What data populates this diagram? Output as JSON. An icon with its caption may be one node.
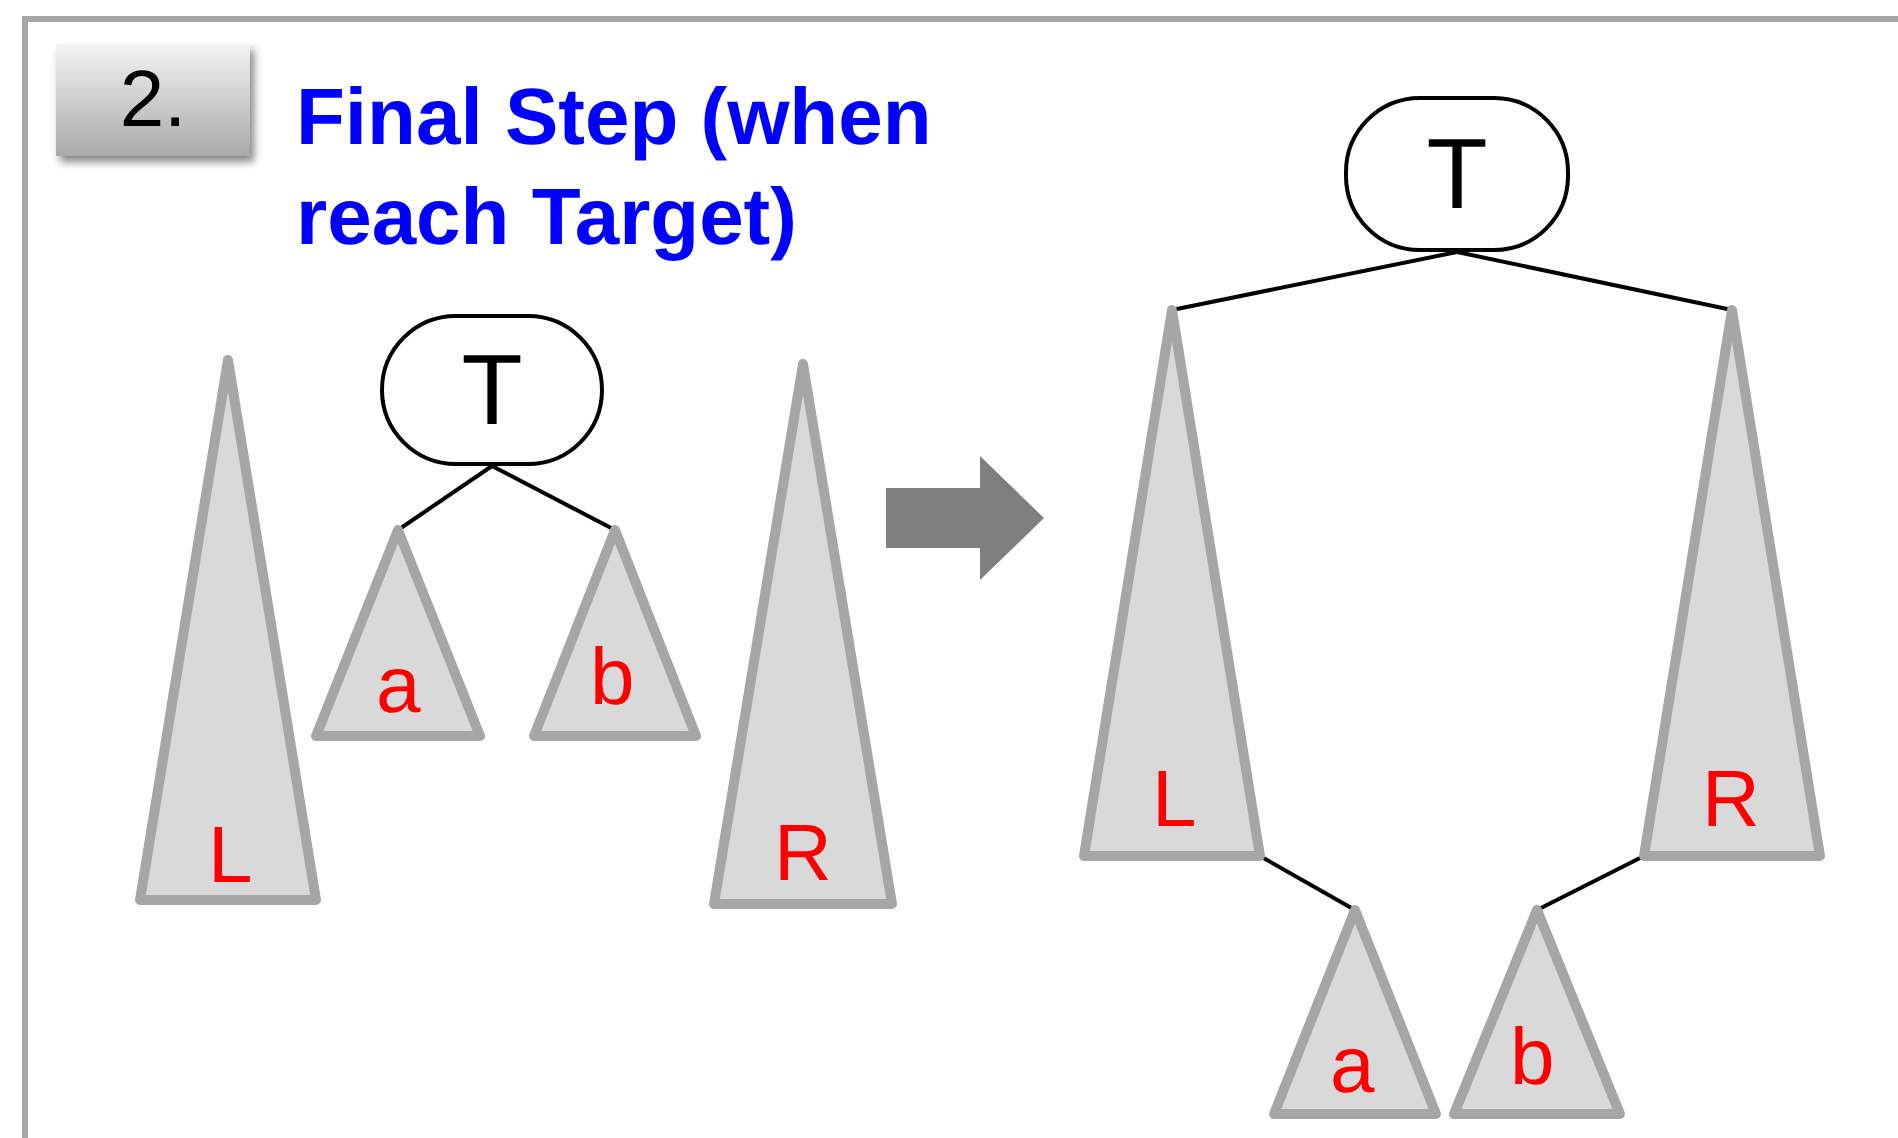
{
  "diagram": {
    "title": "Final Step (when reach Target)",
    "nodes": [
      {
        "text": [
          "2."
        ]
      },
      {
        "text": [
          "T"
        ]
      },
      {
        "text": [
          "L"
        ]
      },
      {
        "text": [
          "a"
        ]
      },
      {
        "text": [
          "b"
        ]
      },
      {
        "text": [
          "R"
        ]
      },
      {
        "text": [
          "T"
        ]
      },
      {
        "text": [
          "L"
        ]
      },
      {
        "text": [
          "R"
        ]
      },
      {
        "text": [
          "a"
        ]
      },
      {
        "text": [
          "b"
        ]
      }
    ],
    "edges": [
      {
        "from": 1,
        "to": 3,
        "arrow": "none"
      },
      {
        "from": 1,
        "to": 4,
        "arrow": "none"
      },
      {
        "from": 6,
        "to": 7,
        "arrow": "none"
      },
      {
        "from": 6,
        "to": 8,
        "arrow": "none"
      },
      {
        "from": 7,
        "to": 9,
        "arrow": "none"
      },
      {
        "from": 8,
        "to": 10,
        "arrow": "none"
      },
      {
        "from": 5,
        "to": 7,
        "arrow": "to",
        "style": "thick",
        "color": "#7f7f7f"
      }
    ]
  }
}
